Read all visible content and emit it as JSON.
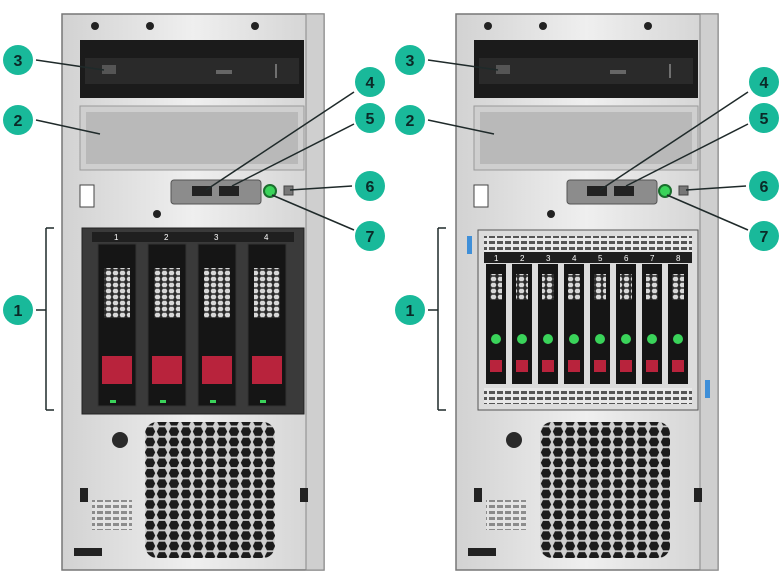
{
  "colors": {
    "callout_fill": "#19b99a",
    "callout_text": "#0b2a28",
    "leader": "#1f2a2a",
    "chassis": "#e4e4e4",
    "chassis_dark": "#1b1b1b",
    "drive_red": "#b8233c",
    "led_green": "#3ad35a",
    "accent_blue": "#3f8fd8"
  },
  "servers": [
    {
      "variant": "lff",
      "drive_bays": [
        "1",
        "2",
        "3",
        "4"
      ],
      "callouts": [
        {
          "label": "1"
        },
        {
          "label": "2"
        },
        {
          "label": "3"
        },
        {
          "label": "4"
        },
        {
          "label": "5"
        },
        {
          "label": "6"
        },
        {
          "label": "7"
        }
      ]
    },
    {
      "variant": "sff",
      "drive_bays": [
        "1",
        "2",
        "3",
        "4",
        "5",
        "6",
        "7",
        "8"
      ],
      "callouts": [
        {
          "label": "1"
        },
        {
          "label": "2"
        },
        {
          "label": "3"
        },
        {
          "label": "4"
        },
        {
          "label": "5"
        },
        {
          "label": "6"
        },
        {
          "label": "7"
        }
      ]
    }
  ]
}
